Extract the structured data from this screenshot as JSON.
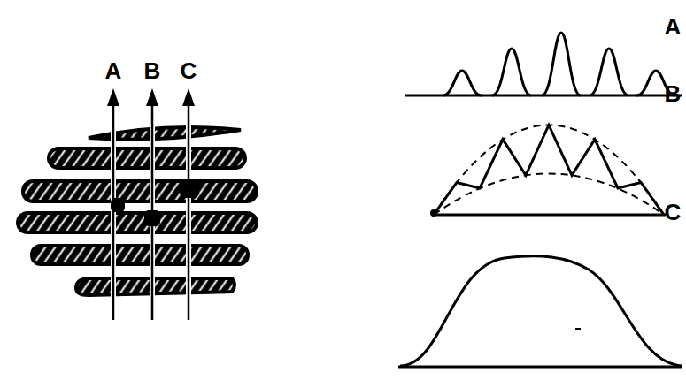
{
  "diagram": {
    "labels": [
      "A",
      "B",
      "C",
      "A",
      "B",
      "C"
    ]
  }
}
